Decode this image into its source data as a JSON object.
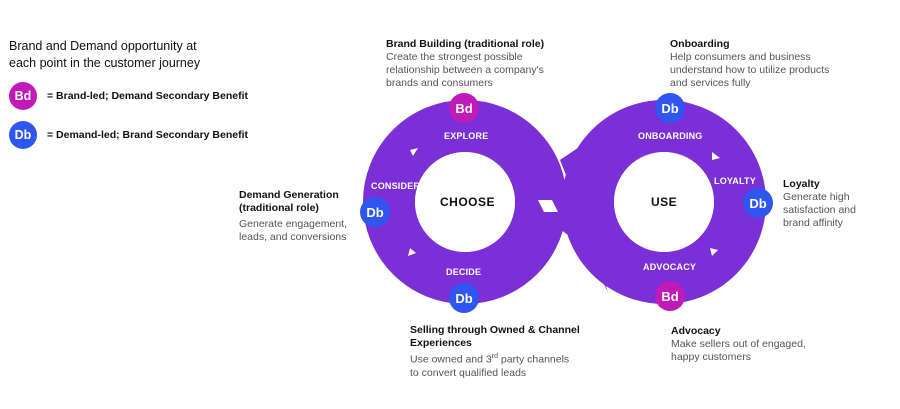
{
  "intro": "Brand and Demand opportunity at each point in the customer journey",
  "legend": [
    {
      "badge": "Bd",
      "text": "= Brand-led; Demand Secondary Benefit",
      "color": "#c01ab8"
    },
    {
      "badge": "Db",
      "text": "= Demand-led; Brand Secondary Benefit",
      "color": "#2f56f0"
    }
  ],
  "loop": {
    "left_center": "CHOOSE",
    "right_center": "USE",
    "color": "#7b2fd6",
    "stages": {
      "explore": "EXPLORE",
      "consider": "CONSIDER",
      "decide": "DECIDE",
      "onboarding": "ONBOARDING",
      "loyalty": "LOYALTY",
      "advocacy": "ADVOCACY"
    },
    "nodes": {
      "explore": "Bd",
      "consider": "Db",
      "decide": "Db",
      "onboarding": "Db",
      "loyalty": "Db",
      "advocacy": "Bd"
    }
  },
  "callouts": {
    "brand_building": {
      "title": "Brand Building (traditional role)",
      "desc": "Create the strongest possible relationship between a company's brands and consumers"
    },
    "onboarding": {
      "title": "Onboarding",
      "desc": "Help consumers and business understand how to utilize products and services fully"
    },
    "demand_generation": {
      "title": "Demand Generation (traditional role)",
      "desc": "Generate engagement, leads, and conversions"
    },
    "loyalty": {
      "title": "Loyalty",
      "desc": "Generate high satisfaction and brand affinity"
    },
    "selling": {
      "title": "Selling through Owned & Channel Experiences",
      "desc_before_sup": "Use owned and 3",
      "desc_sup": "rd",
      "desc_after_sup": " party channels to  convert qualified leads"
    },
    "advocacy": {
      "title": "Advocacy",
      "desc": "Make sellers out of engaged, happy customers"
    }
  }
}
